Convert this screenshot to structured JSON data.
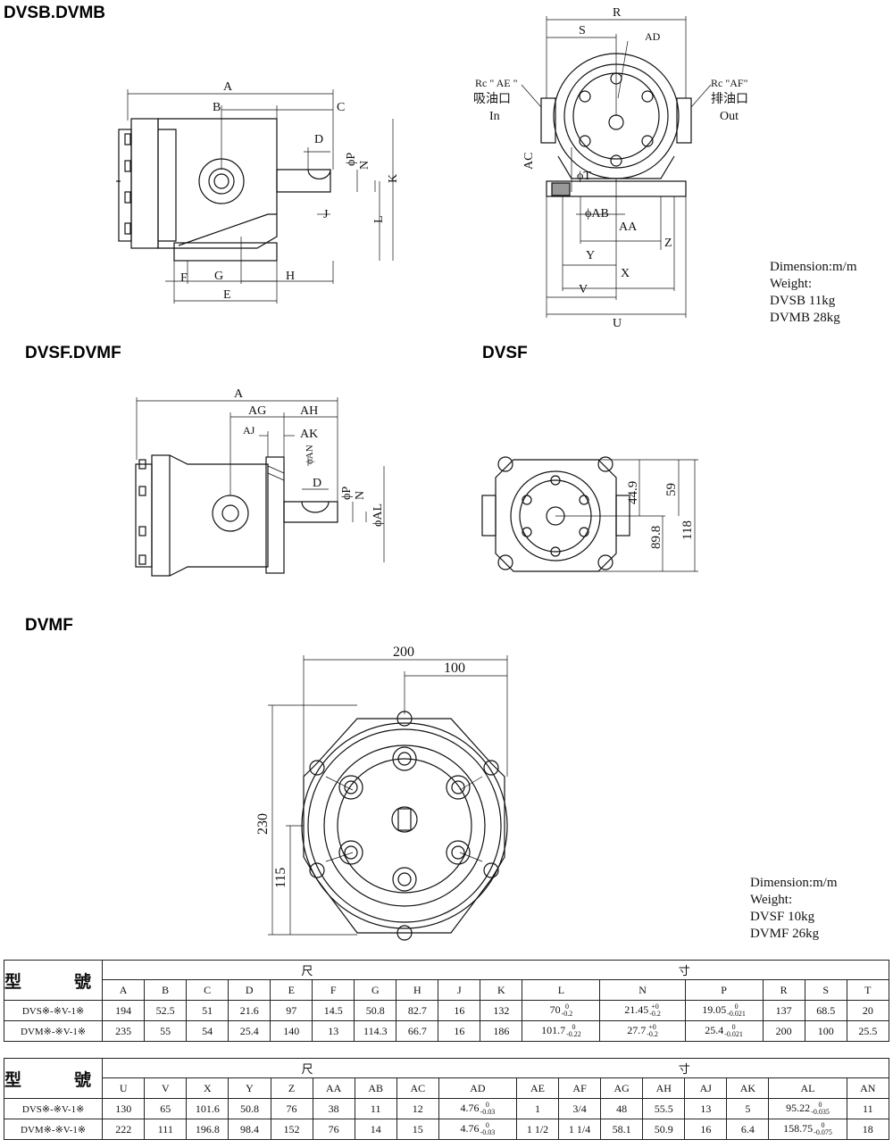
{
  "sections": {
    "s1": "DVSB.DVMB",
    "s2": "DVSF.DVMF",
    "s3": "DVSF",
    "s4": "DVMF"
  },
  "labels": {
    "A": "A",
    "B": "B",
    "C": "C",
    "D": "D",
    "P": "ϕP",
    "N": "N",
    "K": "K",
    "J": "J",
    "L": "L",
    "F": "F",
    "G": "G",
    "E": "E",
    "H": "H",
    "R": "R",
    "S": "S",
    "AD": "AD",
    "AE": "Rc \" AE \"",
    "AF": "Rc \"AF\"",
    "in_cn": "吸油口",
    "in_en": "In",
    "out_cn": "排油口",
    "out_en": "Out",
    "AC": "AC",
    "T": "ϕT",
    "AB": "ϕAB",
    "AA": "AA",
    "Z": "Z",
    "Y": "Y",
    "X": "X",
    "V": "V",
    "U": "U",
    "AG": "AG",
    "AH": "AH",
    "AJ": "AJ",
    "AK": "AK",
    "AN": "ϕAN",
    "AL": "ϕAL",
    "d449": "44.9",
    "d59": "59",
    "d898": "89.8",
    "d118": "118",
    "d200": "200",
    "d100": "100",
    "d230": "230",
    "d115": "115"
  },
  "note1": [
    "Dimension:m/m",
    "Weight:",
    "DVSB 11kg",
    "DVMB 28kg"
  ],
  "note2": [
    "Dimension:m/m",
    "Weight:",
    "DVSF 10kg",
    "DVMF 26kg"
  ],
  "table1": {
    "model_header": "型　號",
    "dim_header_left": "尺",
    "dim_header_right": "寸",
    "columns": [
      "A",
      "B",
      "C",
      "D",
      "E",
      "F",
      "G",
      "H",
      "J",
      "K",
      "L",
      "N",
      "P",
      "R",
      "S",
      "T"
    ],
    "rows": [
      {
        "model": "DVS※-※V-1※",
        "values": [
          "194",
          "52.5",
          "51",
          "21.6",
          "97",
          "14.5",
          "50.8",
          "82.7",
          "16",
          "132",
          "70",
          "21.45",
          "19.05",
          "137",
          "68.5",
          "20"
        ],
        "tol": {
          "10": [
            "0",
            "-0.2"
          ],
          "11": [
            "+0",
            "-0.2"
          ],
          "12": [
            "0",
            "-0.021"
          ]
        }
      },
      {
        "model": "DVM※-※V-1※",
        "values": [
          "235",
          "55",
          "54",
          "25.4",
          "140",
          "13",
          "114.3",
          "66.7",
          "16",
          "186",
          "101.7",
          "27.7",
          "25.4",
          "200",
          "100",
          "25.5"
        ],
        "tol": {
          "10": [
            "0",
            "-0.22"
          ],
          "11": [
            "+0",
            "-0.2"
          ],
          "12": [
            "0",
            "-0.021"
          ]
        }
      }
    ]
  },
  "table2": {
    "model_header": "型　號",
    "dim_header_left": "尺",
    "dim_header_right": "寸",
    "columns": [
      "U",
      "V",
      "X",
      "Y",
      "Z",
      "AA",
      "AB",
      "AC",
      "AD",
      "AE",
      "AF",
      "AG",
      "AH",
      "AJ",
      "AK",
      "AL",
      "AN"
    ],
    "rows": [
      {
        "model": "DVS※-※V-1※",
        "values": [
          "130",
          "65",
          "101.6",
          "50.8",
          "76",
          "38",
          "11",
          "12",
          "4.76",
          "1",
          "3/4",
          "48",
          "55.5",
          "13",
          "5",
          "95.22",
          "11"
        ],
        "tol": {
          "8": [
            "0",
            "-0.03"
          ],
          "15": [
            "0",
            "-0.035"
          ]
        }
      },
      {
        "model": "DVM※-※V-1※",
        "values": [
          "222",
          "111",
          "196.8",
          "98.4",
          "152",
          "76",
          "14",
          "15",
          "4.76",
          "1 1/2",
          "1 1/4",
          "58.1",
          "50.9",
          "16",
          "6.4",
          "158.75",
          "18"
        ],
        "tol": {
          "8": [
            "0",
            "-0.03"
          ],
          "15": [
            "0",
            "-0.075"
          ]
        }
      }
    ]
  }
}
